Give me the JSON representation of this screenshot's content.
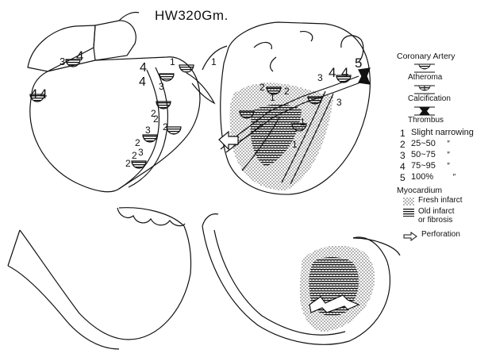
{
  "title": "HW320Gm.",
  "colors": {
    "ink": "#111111",
    "paper": "#ffffff"
  },
  "legend": {
    "coronary_header": "Coronary Artery",
    "atheroma": "Atheroma",
    "calcification": "Calcification",
    "thrombus": "Thrombus",
    "grades": [
      {
        "num": "1",
        "label": "Slight narrowing"
      },
      {
        "num": "2",
        "label": "25~50"
      },
      {
        "num": "3",
        "label": "50~75"
      },
      {
        "num": "4",
        "label": "75~95"
      },
      {
        "num": "5",
        "label": "100%"
      }
    ],
    "ditto": "″",
    "myocardium_header": "Myocardium",
    "fresh_infarct": "Fresh infarct",
    "old_infarct_line1": "Old infarct",
    "old_infarct_line2": "or fibrosis",
    "perforation": "Perforation"
  },
  "labels": {
    "h1_a": "3",
    "h1_b": "4",
    "h1_c": "4",
    "h1_d": "1",
    "h1_e": "1",
    "h1_f": "4",
    "h1_g": "4",
    "h1_h": "3",
    "h1_i": "4",
    "h1_j": "4",
    "h1_k": "2",
    "h1_l": "3",
    "h1_m": "2",
    "h1_n": "3",
    "h1_o": "2",
    "h1_p": "2",
    "h1_q": "2",
    "h1_r": "2",
    "h2_a": "3",
    "h2_b": "4",
    "h2_c": "4",
    "h2_d": "5",
    "h2_e": "2",
    "h2_f": "1",
    "h2_g": "2",
    "h2_h": "3",
    "h2_i": "1",
    "h2_j": "1"
  }
}
